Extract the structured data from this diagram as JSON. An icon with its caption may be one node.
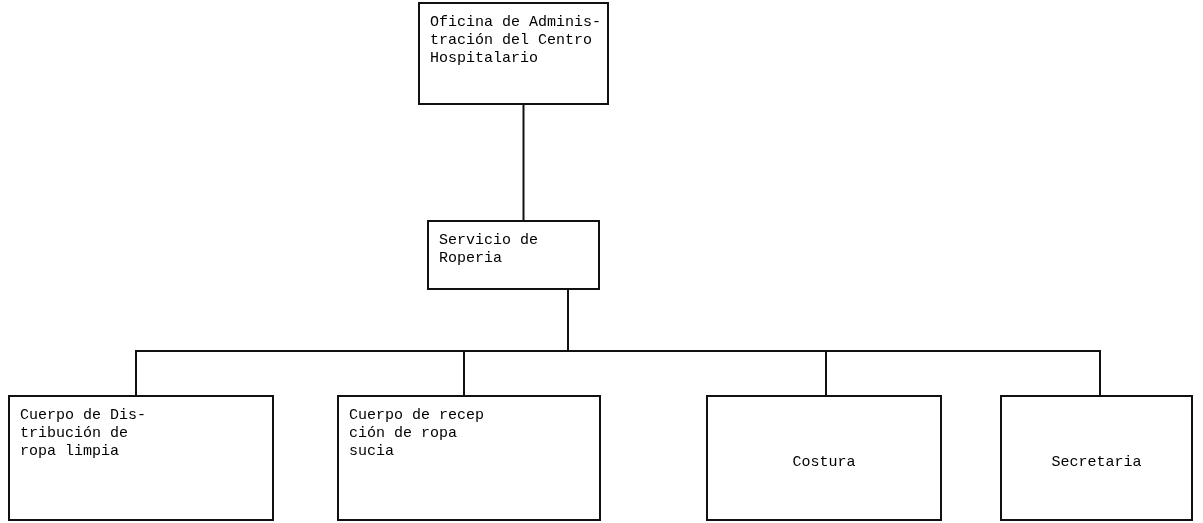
{
  "diagram": {
    "nodes": [
      {
        "text": [
          "Oficina de Adminis- tración del Centro Hospitalario"
        ]
      },
      {
        "text": [
          "Servicio de Roperia"
        ]
      },
      {
        "text": [
          "Cuerpo de Dis- tribución de ropa limpia"
        ]
      },
      {
        "text": [
          "Cuerpo de recep ción de ropa sucia"
        ]
      },
      {
        "text": [
          "Costura"
        ]
      },
      {
        "text": [
          "Secretaria"
        ]
      }
    ],
    "edges": [
      {
        "from": 0,
        "to": 1,
        "arrow": "none"
      },
      {
        "from": 1,
        "to": 2,
        "arrow": "none"
      },
      {
        "from": 1,
        "to": 3,
        "arrow": "none"
      },
      {
        "from": 1,
        "to": 4,
        "arrow": "none"
      },
      {
        "from": 1,
        "to": 5,
        "arrow": "none"
      }
    ]
  }
}
